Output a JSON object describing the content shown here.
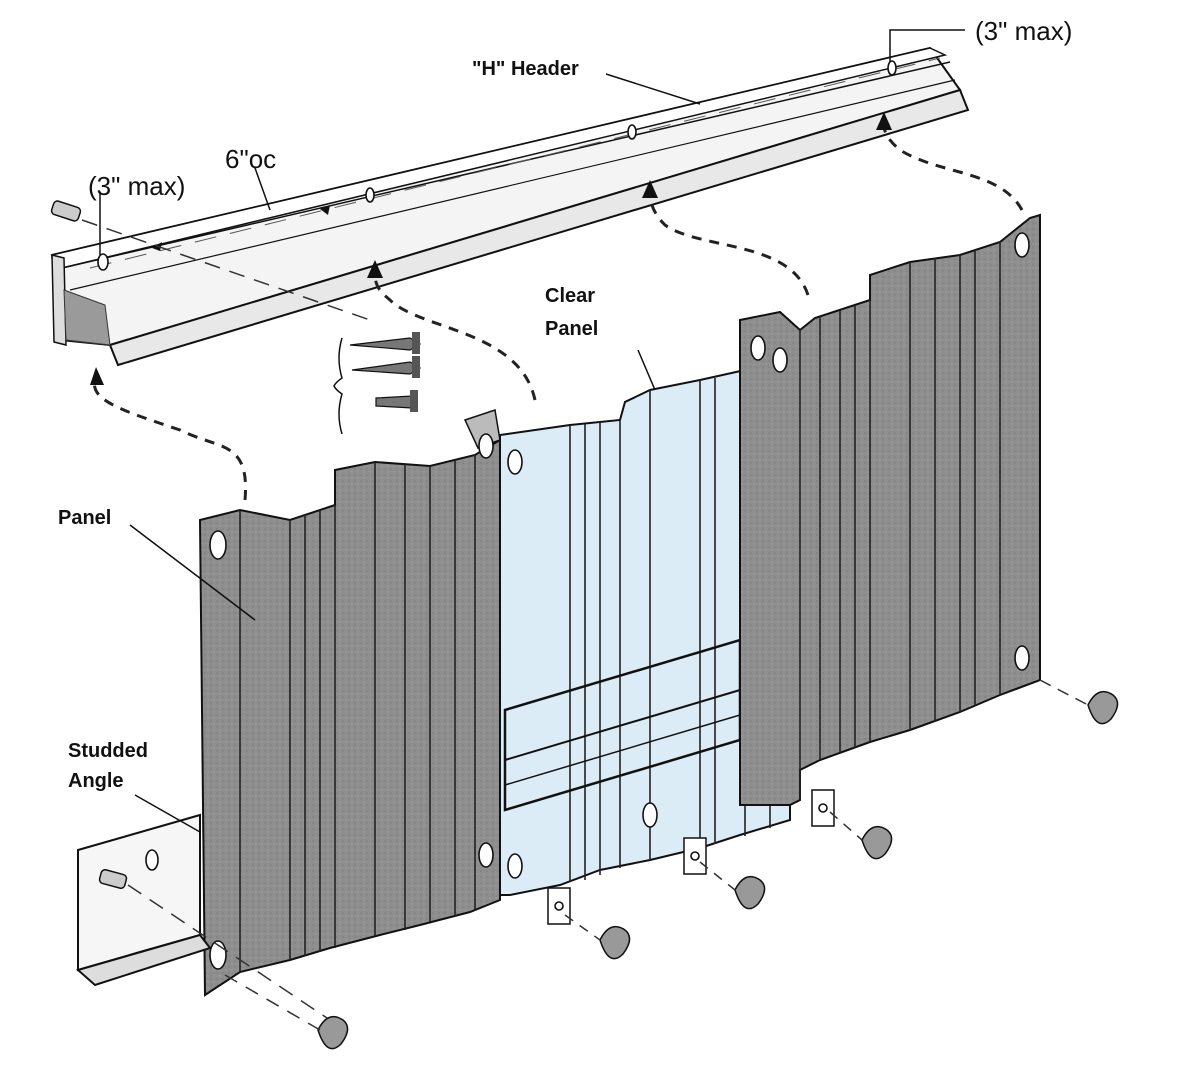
{
  "labels": {
    "h_header": "\"H\" Header",
    "max_right": "(3\" max)",
    "max_left": "(3\" max)",
    "spacing": "6\"oc",
    "clear_panel_line1": "Clear",
    "clear_panel_line2": "Panel",
    "panel": "Panel",
    "studded_angle_line1": "Studded",
    "studded_angle_line2": "Angle"
  },
  "colors": {
    "panel_fill": "#8e8e8e",
    "clear_panel_fill": "#dcecf7",
    "header_fill": "#f4f4f4",
    "ink": "#111111"
  }
}
